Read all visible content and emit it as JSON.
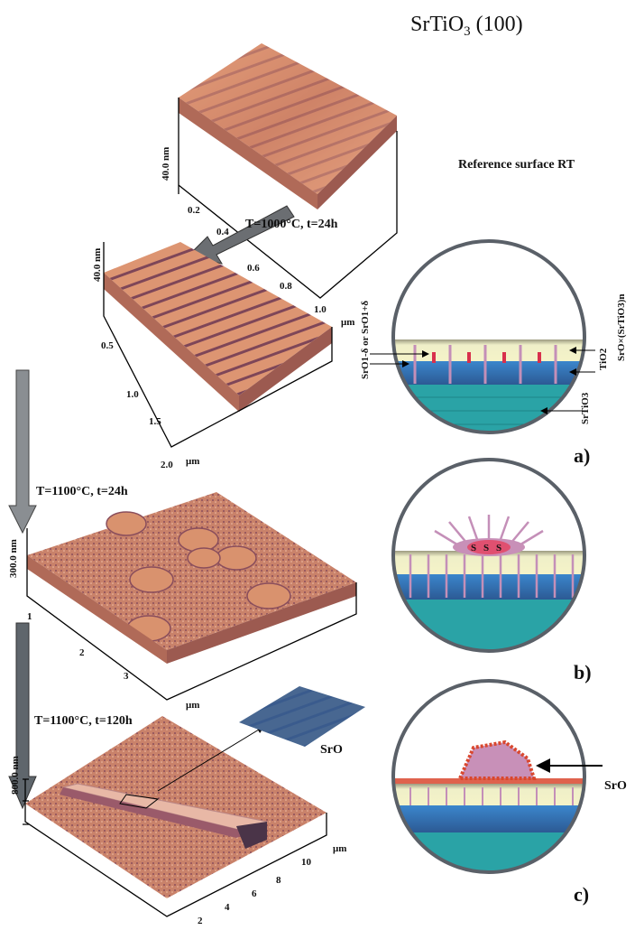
{
  "title": {
    "main": "SrTiO",
    "sub": "3",
    "tail": " (100)"
  },
  "panels": [
    {
      "z_label": "40.0 nm",
      "ticks": [
        "0.2",
        "0.4",
        "0.6",
        "0.8",
        "1.0"
      ],
      "unit": "μm",
      "caption": "Reference  surface RT"
    },
    {
      "z_label": "40.0 nm",
      "ticks": [
        "0.5",
        "1.0",
        "1.5",
        "2.0"
      ],
      "unit": "μm",
      "caption": "T=1000°C, t=24h"
    },
    {
      "z_label": "300.0 nm",
      "ticks": [
        "1",
        "2",
        "3"
      ],
      "unit": "μm",
      "caption": "T=1100°C, t=24h"
    },
    {
      "z_label": "800.0 nm",
      "ticks": [
        "2",
        "4",
        "6",
        "8",
        "10"
      ],
      "unit": "μm",
      "caption": "T=1100°C, t=120h",
      "inset_label": "SrO"
    }
  ],
  "schematics": [
    {
      "label": "a)",
      "layers": {
        "srtio3": "SrTiO3",
        "tio2": "TiO2",
        "sro_layer": "SrO×(SrTiO3)n",
        "sro_defect": "SrO1-δ or SrO1+δ"
      }
    },
    {
      "label": "b)",
      "spots": [
        "S",
        "S",
        "S"
      ]
    },
    {
      "label": "c)",
      "sro": "SrO"
    }
  ],
  "colors": {
    "afm_light": "#e8a07a",
    "afm_dark": "#8a4a5a",
    "ring": "#5a6068",
    "cream": "#efefc4",
    "blue": "#3a7ec4",
    "teal": "#2aa3a6",
    "arrow": "#c48fb8"
  }
}
